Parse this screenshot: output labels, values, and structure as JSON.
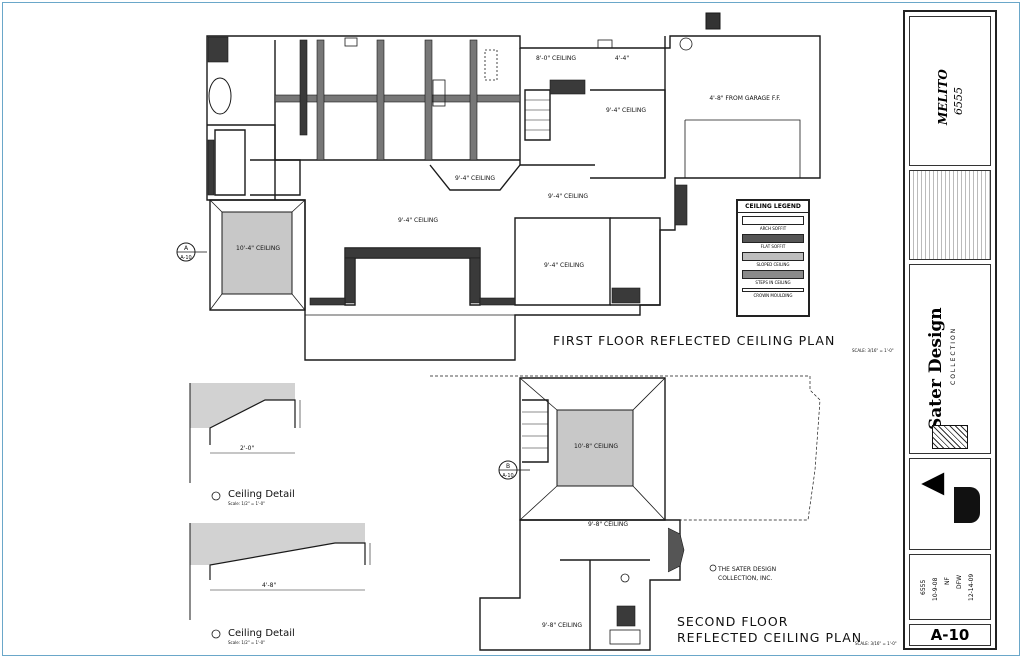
{
  "first_floor": {
    "title": "FIRST FLOOR REFLECTED CEILING PLAN",
    "scale": "SCALE: 3/16\" = 1'-0\"",
    "labels": {
      "ceiling_10_4": "10'-4\" CEILING",
      "ceiling_9_4_main": "9'-4\" CEILING",
      "ceiling_9_4_right": "9'-4\" CEILING",
      "ceiling_9_4_bed": "9'-4\" CEILING",
      "ceiling_9_4_mid": "9'-4\" CEILING",
      "ceiling_9_4_hall": "9'-4\" CEILING",
      "ceiling_8_0": "8'-0\" CEILING",
      "ceiling_4_4_top": "4'-4\"",
      "ceiling_garage": "4'-8\" FROM GARAGE F.F.",
      "section_a": "A",
      "section_a_ref": "A-10"
    }
  },
  "second_floor": {
    "title_line1": "SECOND FLOOR",
    "title_line2": "REFLECTED CEILING PLAN",
    "scale": "SCALE: 3/16\" = 1'-0\"",
    "labels": {
      "ceiling_10_8": "10'-8\" CEILING",
      "ceiling_9_8_bottom": "9'-8\" CEILING",
      "ceiling_9_8_top": "9'-8\" CEILING",
      "section_b": "B",
      "section_b_ref": "A-10"
    }
  },
  "details": [
    {
      "title": "Ceiling Detail",
      "scale": "Scale: 1/2\" = 1'-0\"",
      "dim": "2'-0\""
    },
    {
      "title": "Ceiling Detail",
      "scale": "Scale: 1/2\" = 1'-0\"",
      "dim": "4'-8\""
    }
  ],
  "copyright": {
    "line1": "THE SATER DESIGN",
    "line2": "COLLECTION, INC."
  },
  "legend": {
    "title": "CEILING LEGEND",
    "items": [
      "ARCH SOFFIT",
      "FLAT SOFFIT",
      "SLOPED CEILING",
      "STEPS IN CEILING",
      "CROWN MOULDING"
    ],
    "colors": [
      "#ffffff",
      "#555555",
      "#bdbdbd",
      "#8a8a8a",
      "#ffffff"
    ]
  },
  "title_block": {
    "project_name": "MELITO",
    "project_number": "6555",
    "company": "Sater Design",
    "company_sub": "COLLECTION",
    "sheet": "A-10",
    "plan_no": "6555",
    "date": "10-9-08",
    "drawn_by": "NF",
    "checked_by": "DFW",
    "revised": "12-14-09"
  },
  "colors": {
    "line": "#1a1a1a",
    "shade": "#c8c8c8",
    "dark_fill": "#3a3a3a",
    "border": "#6aa7c9"
  }
}
